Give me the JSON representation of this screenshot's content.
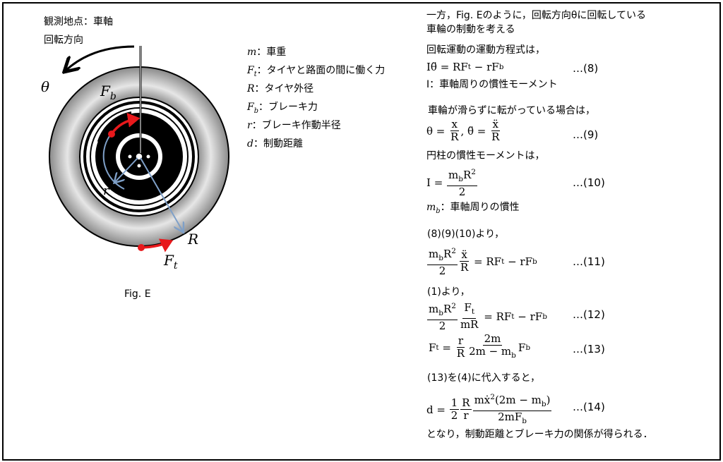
{
  "figure": {
    "observation_label": "観測地点：車軸",
    "rotation_label": "回転方向",
    "theta": "θ",
    "Fb": "F",
    "Fb_sub": "b",
    "Ft": "F",
    "Ft_sub": "t",
    "r": "r",
    "R": "R",
    "caption": "Fig. E"
  },
  "legend": [
    {
      "sym": "m",
      "sub": "",
      "text": "：車重"
    },
    {
      "sym": "F",
      "sub": "t",
      "text": "：タイヤと路面の間に働く力"
    },
    {
      "sym": "R",
      "sub": "",
      "text": "：タイヤ外径"
    },
    {
      "sym": "F",
      "sub": "b",
      "text": "：ブレーキ力"
    },
    {
      "sym": "r",
      "sub": "",
      "text": "：ブレーキ作動半径"
    },
    {
      "sym": "d",
      "sub": "",
      "text": "：制動距離"
    }
  ],
  "text": {
    "intro1": "一方，Fig. Eのように，回転方向θに回転している",
    "intro2": "車輪の制動を考える",
    "eom": "回転運動の運動方程式は，",
    "I_def": "I：車軸周りの慣性モーメント",
    "rolling": "車輪が滑らずに転がっている場合は，",
    "cyl": "円柱の慣性モーメントは，",
    "mb_def": "m_b：車軸周りの慣性",
    "from8910": "(8)(9)(10)より，",
    "from1": "(1)より，",
    "subst": "(13)を(4)に代入すると，",
    "conclusion": "となり，制動距離とブレーキ力の関係が得られる．"
  },
  "equations": {
    "n8": "…(8)",
    "n9": "…(9)",
    "n10": "…(10)",
    "n11": "…(11)",
    "n12": "…(12)",
    "n13": "…(13)",
    "n14": "…(14)"
  },
  "colors": {
    "force": "#e8191c",
    "radius": "#7fa0c8",
    "tire": "#9a9a9a"
  }
}
